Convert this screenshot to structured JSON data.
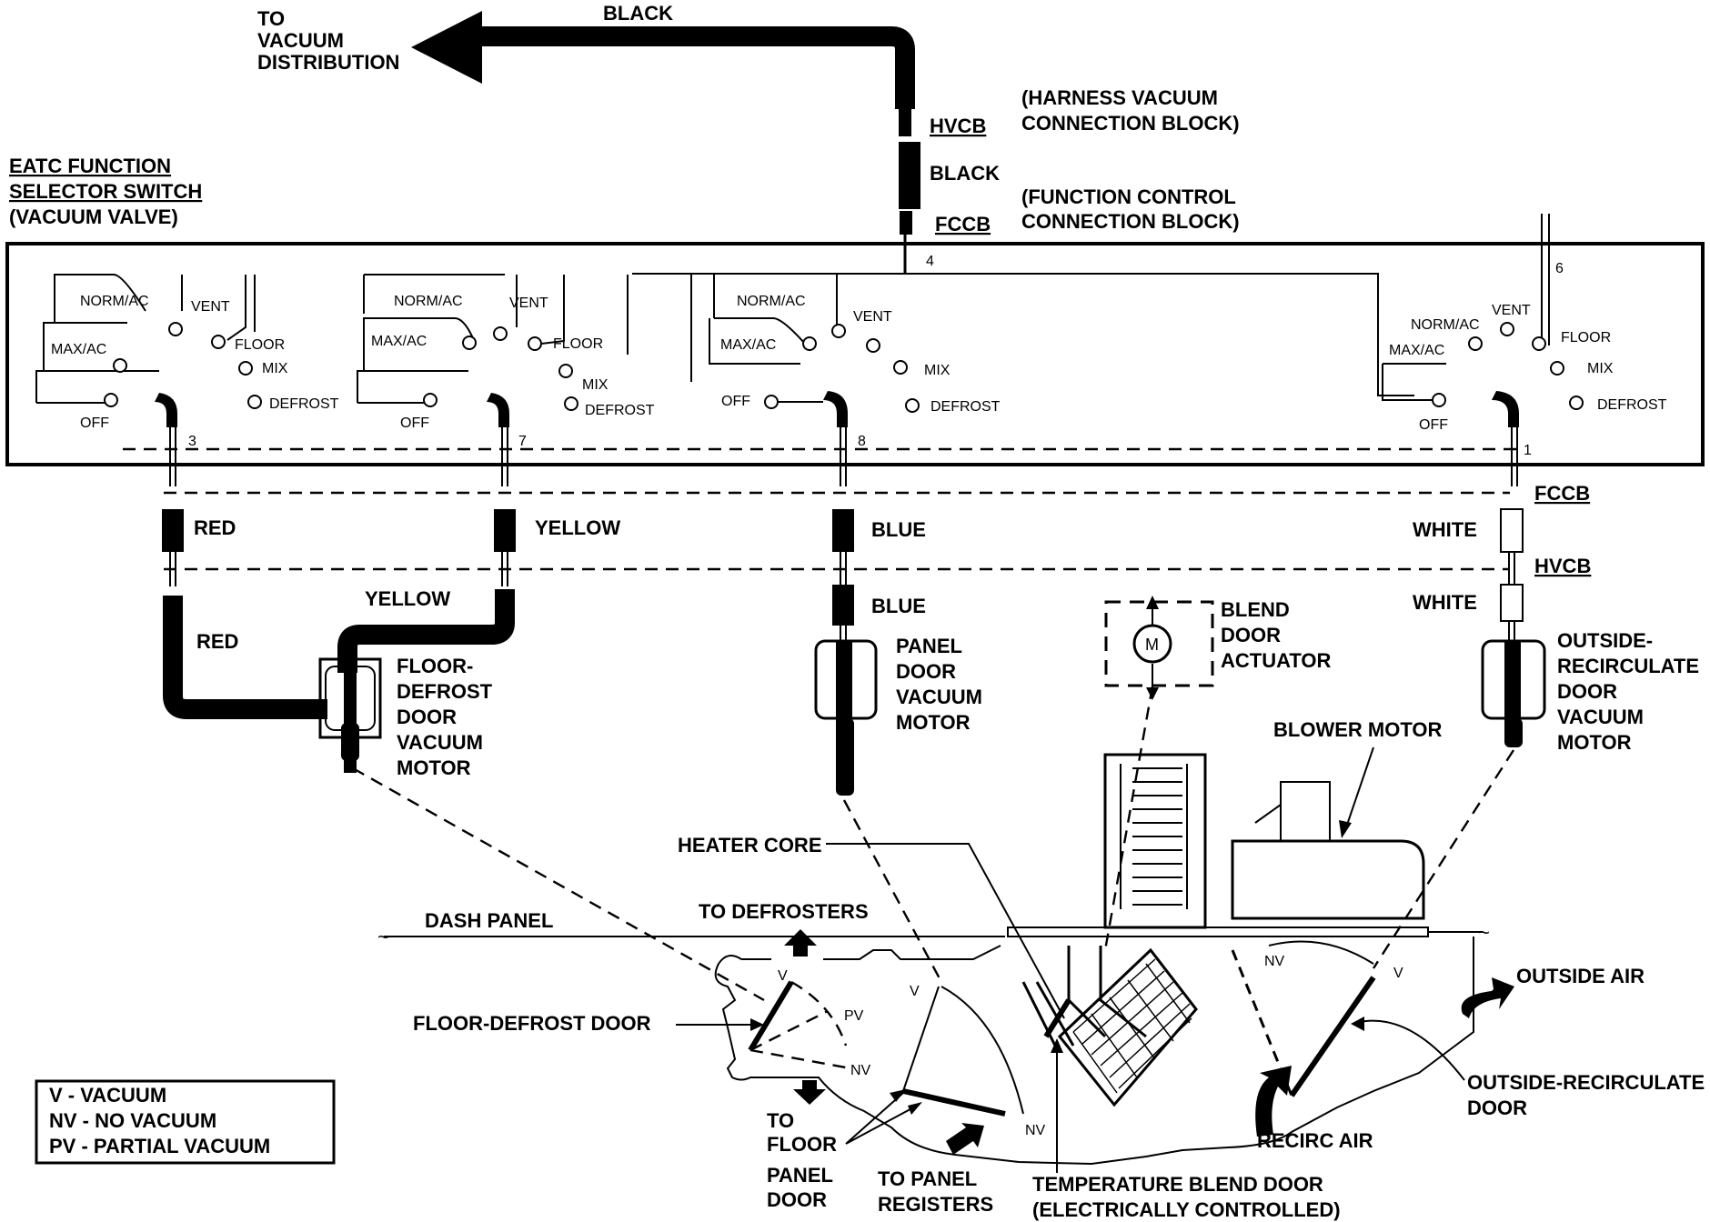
{
  "top": {
    "to_vacuum": [
      "TO",
      "VACUUM",
      "DISTRIBUTION"
    ],
    "black_top": "BLACK",
    "hvcb_top": "HVCB",
    "harness_block": [
      "(HARNESS VACUUM",
      "CONNECTION BLOCK)"
    ],
    "black_mid": "BLACK",
    "fccb_top": "FCCB",
    "function_block": [
      "(FUNCTION CONTROL",
      "CONNECTION BLOCK)"
    ]
  },
  "switch": {
    "title": [
      "EATC FUNCTION",
      "SELECTOR SWITCH",
      "(VACUUM VALVE)"
    ],
    "port_numbers": [
      "3",
      "7",
      "8",
      "1",
      "4",
      "6"
    ],
    "positions": {
      "norm_ac": "NORM/AC",
      "vent": "VENT",
      "max_ac": "MAX/AC",
      "floor": "FLOOR",
      "mix": "MIX",
      "defrost": "DEFROST",
      "off": "OFF"
    }
  },
  "hoses": {
    "red": "RED",
    "yellow": "YELLOW",
    "blue": "BLUE",
    "white": "WHITE",
    "fccb": "FCCB",
    "hvcb": "HVCB"
  },
  "components": {
    "floor_defrost_motor": [
      "FLOOR-",
      "DEFROST",
      "DOOR",
      "VACUUM",
      "MOTOR"
    ],
    "panel_door_motor": [
      "PANEL",
      "DOOR",
      "VACUUM",
      "MOTOR"
    ],
    "blend_actuator": [
      "BLEND",
      "DOOR",
      "ACTUATOR"
    ],
    "actuator_symbol": "M",
    "outside_recirc_motor": [
      "OUTSIDE-",
      "RECIRCULATE",
      "DOOR",
      "VACUUM",
      "MOTOR"
    ],
    "blower_motor": "BLOWER MOTOR",
    "heater_core": "HEATER CORE",
    "dash_panel": "DASH PANEL",
    "to_defrosters": "TO DEFROSTERS",
    "floor_defrost_door": "FLOOR-DEFROST DOOR",
    "outside_air": "OUTSIDE AIR",
    "outside_recirc_door": [
      "OUTSIDE-RECIRCULATE",
      "DOOR"
    ],
    "recirc_air": "RECIRC AIR",
    "temp_blend_door": [
      "TEMPERATURE BLEND DOOR",
      "(ELECTRICALLY CONTROLLED)"
    ],
    "to_floor": [
      "TO",
      "FLOOR"
    ],
    "panel_door": [
      "PANEL",
      "DOOR"
    ],
    "to_panel_registers": [
      "TO PANEL",
      "REGISTERS"
    ],
    "door_marks": {
      "v": "V",
      "nv": "NV",
      "pv": "PV"
    }
  },
  "legend": [
    "V - VACUUM",
    "NV - NO VACUUM",
    "PV - PARTIAL VACUUM"
  ]
}
